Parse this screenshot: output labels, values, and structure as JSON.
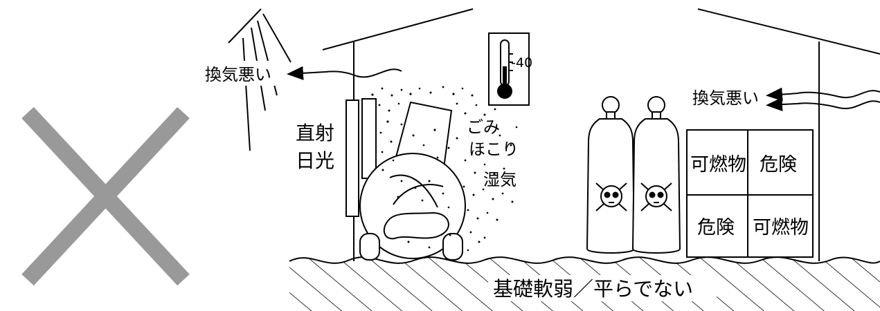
{
  "labels": {
    "ventilation_left": "換気悪い",
    "ventilation_right": "換気悪い",
    "sunlight_line1": "直射",
    "sunlight_line2": "日光",
    "dust_line1": "ごみ",
    "dust_line2": "ほこり",
    "dust_line3": "湿気",
    "thermometer_reading": "-40",
    "ground": "基礎軟弱／平らでない",
    "box_top_left": "可燃物",
    "box_top_right": "危険",
    "box_bottom_left": "危険",
    "box_bottom_right": "可燃物"
  },
  "colors": {
    "cross_mark": "#999999",
    "ink": "#000000",
    "background": "#ffffff"
  },
  "icons": [
    "prohibited-cross-icon",
    "thermometer-icon",
    "skull-crossbones-icon",
    "gas-cylinder-icon",
    "wind-arrow-icon",
    "sun-rays-icon"
  ]
}
